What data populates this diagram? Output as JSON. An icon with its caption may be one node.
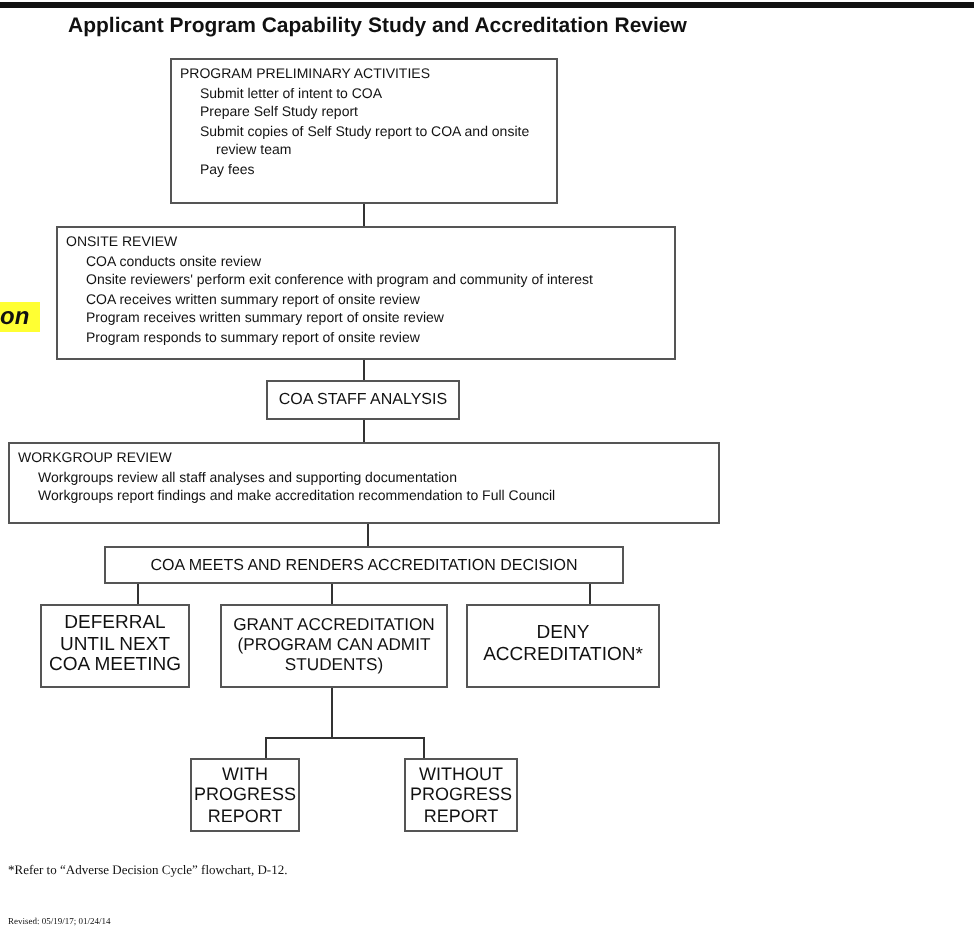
{
  "diagram": {
    "title": "Applicant Program Capability Study and Accreditation Review",
    "nodes": [
      {
        "text": [
          "PROGRAM PRELIMINARY ACTIVITIES",
          "Submit letter of intent to COA",
          "Prepare Self Study report",
          "Submit copies of Self Study report to COA and onsite review team",
          "Pay fees"
        ]
      },
      {
        "text": [
          "ONSITE REVIEW",
          "COA conducts onsite review",
          "Onsite reviewers' perform exit conference with program and community of interest",
          "COA receives written summary report of onsite review",
          "Program receives written summary report of onsite review",
          "Program responds to summary report of onsite review"
        ]
      },
      {
        "text": [
          "COA STAFF ANALYSIS"
        ]
      },
      {
        "text": [
          "WORKGROUP REVIEW",
          "Workgroups review all staff analyses and supporting documentation",
          "Workgroups report findings and make accreditation recommendation to Full Council"
        ]
      },
      {
        "text": [
          "COA MEETS AND RENDERS ACCREDITATION DECISION"
        ]
      },
      {
        "text": [
          "DEFERRAL UNTIL NEXT COA MEETING"
        ]
      },
      {
        "text": [
          "GRANT ACCREDITATION (PROGRAM CAN ADMIT STUDENTS)"
        ]
      },
      {
        "text": [
          "DENY ACCREDITATION*"
        ]
      },
      {
        "text": [
          "WITH PROGRESS REPORT"
        ]
      },
      {
        "text": [
          "WITHOUT PROGRESS REPORT"
        ]
      }
    ],
    "edges": [
      {
        "from": 0,
        "to": 1,
        "arrow": "none"
      },
      {
        "from": 1,
        "to": 2,
        "arrow": "none"
      },
      {
        "from": 2,
        "to": 3,
        "arrow": "none"
      },
      {
        "from": 3,
        "to": 4,
        "arrow": "none"
      },
      {
        "from": 4,
        "to": 5,
        "arrow": "none"
      },
      {
        "from": 4,
        "to": 6,
        "arrow": "none"
      },
      {
        "from": 4,
        "to": 7,
        "arrow": "none"
      },
      {
        "from": 6,
        "to": 8,
        "arrow": "none"
      },
      {
        "from": 6,
        "to": 9,
        "arrow": "none"
      }
    ],
    "labels": [
      "on",
      "*Refer to “Adverse Decision Cycle” flowchart, D-12.",
      "Revised: 05/19/17; 01/24/14"
    ]
  }
}
